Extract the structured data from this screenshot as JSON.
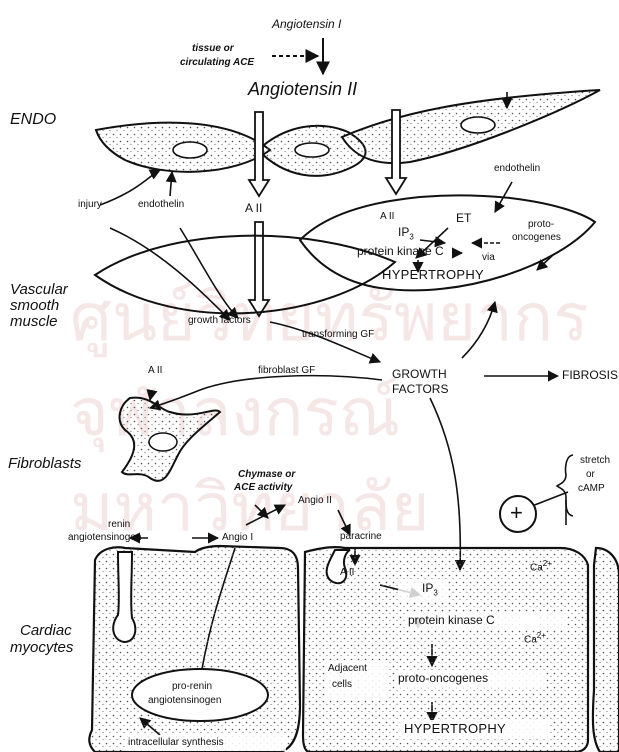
{
  "watermark": {
    "line1": "ศูนย์วิทยทรัพยากร",
    "line2": "จุฬาลงกรณ์มหาวิทยาลัย"
  },
  "top": {
    "angiotensin_i": "Angiotensin I",
    "ace_line1": "tissue or",
    "ace_line2": "circulating ACE",
    "angiotensin_ii": "Angiotensin II"
  },
  "side_labels": {
    "endo": "ENDO",
    "vascular_1": "Vascular",
    "vascular_2": "smooth",
    "vascular_3": "muscle",
    "fibroblasts": "Fibroblasts",
    "cardiac_1": "Cardiac",
    "cardiac_2": "myocytes"
  },
  "endothelium": {
    "injury": "injury",
    "endothelin_left": "endothelin",
    "a_ii_center": "A II",
    "endothelin_right": "endothelin"
  },
  "smooth_muscle_cell": {
    "a_ii": "A II",
    "ip3": "IP",
    "ip3_sub": "3",
    "et": "ET",
    "proto_1": "proto-",
    "proto_2": "oncogenes",
    "pkc": "protein kinase C",
    "via": "via",
    "hypertrophy": "HYPERTROPHY"
  },
  "lens_cell": {
    "growth_factors": "growth factors",
    "transforming_gf": "transforming GF"
  },
  "growth": {
    "growth_factors_1": "GROWTH",
    "growth_factors_2": "FACTORS",
    "fibrosis": "FIBROSIS"
  },
  "fibroblast": {
    "a_ii": "A II",
    "fibroblast_gf": "fibroblast GF"
  },
  "myocyte_region": {
    "chymase_1": "Chymase or",
    "chymase_2": "ACE activity",
    "angio_ii": "Angio II",
    "renin": "renin",
    "angiotensinogen": "angiotensinogen",
    "angio_i": "Angio I",
    "paracrine": "paracrine",
    "a_ii_receptor": "A II",
    "stretch_1": "stretch",
    "stretch_2": "or",
    "stretch_3": "cAMP",
    "plus": "+",
    "ca_top": "Ca",
    "ca_top_sup": "2+",
    "ip3": "IP",
    "ip3_sub": "3",
    "pkc": "protein kinase C",
    "ca_mid": "Ca",
    "ca_mid_sup": "2+",
    "proto": "proto-oncogenes",
    "hypertrophy": "HYPERTROPHY",
    "adjacent_1": "Adjacent",
    "adjacent_2": "cells",
    "prorenin_1": "pro-renin",
    "prorenin_2": "angiotensinogen",
    "intracellular": "intracellular synthesis"
  }
}
